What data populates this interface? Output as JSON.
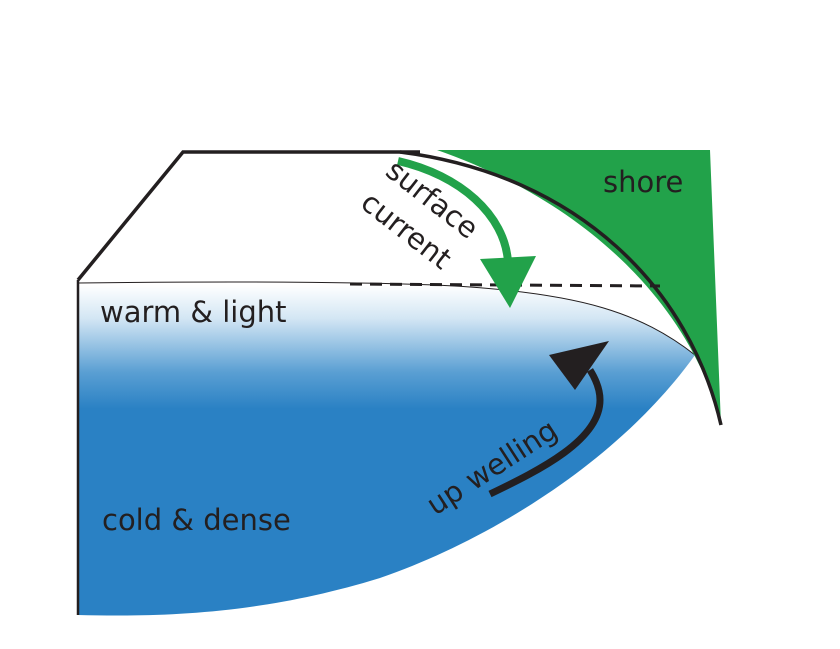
{
  "labels": {
    "shore": "shore",
    "surface_line1": "surface",
    "surface_line2": "current",
    "warm_layer": "warm & light",
    "cold_layer": "cold & dense",
    "upwelling": "up welling"
  },
  "colors": {
    "shore_fill": "#22a24a",
    "surface_arrow": "#22a24a",
    "water_deep": "#2a81c4",
    "water_surface": "#ffffff",
    "outline": "#231f20",
    "upwelling_arrow": "#231f20"
  }
}
